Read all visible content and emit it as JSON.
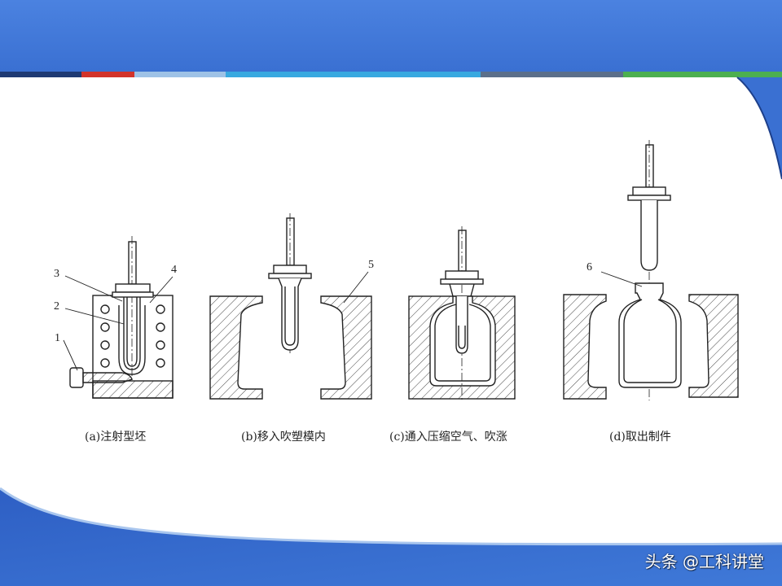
{
  "colors": {
    "header_blue": "#3f77d8",
    "header_dark": "#1d3f8a",
    "bar_navy": "#1e3a73",
    "bar_red": "#d2332a",
    "bar_lightblue": "#9ec2e6",
    "bar_cyan": "#38a9e0",
    "bar_gray": "#5b6f8a",
    "bar_green": "#4caf50",
    "line": "#222222"
  },
  "stages": [
    {
      "caption": "(a)注射型坯"
    },
    {
      "caption": "(b)移入吹塑模内"
    },
    {
      "caption": "(c)通入压缩空气、吹涨"
    },
    {
      "caption": "(d)取出制件"
    }
  ],
  "part_labels": [
    "1",
    "2",
    "3",
    "4",
    "5",
    "6"
  ],
  "watermark": "头条 @工科讲堂"
}
